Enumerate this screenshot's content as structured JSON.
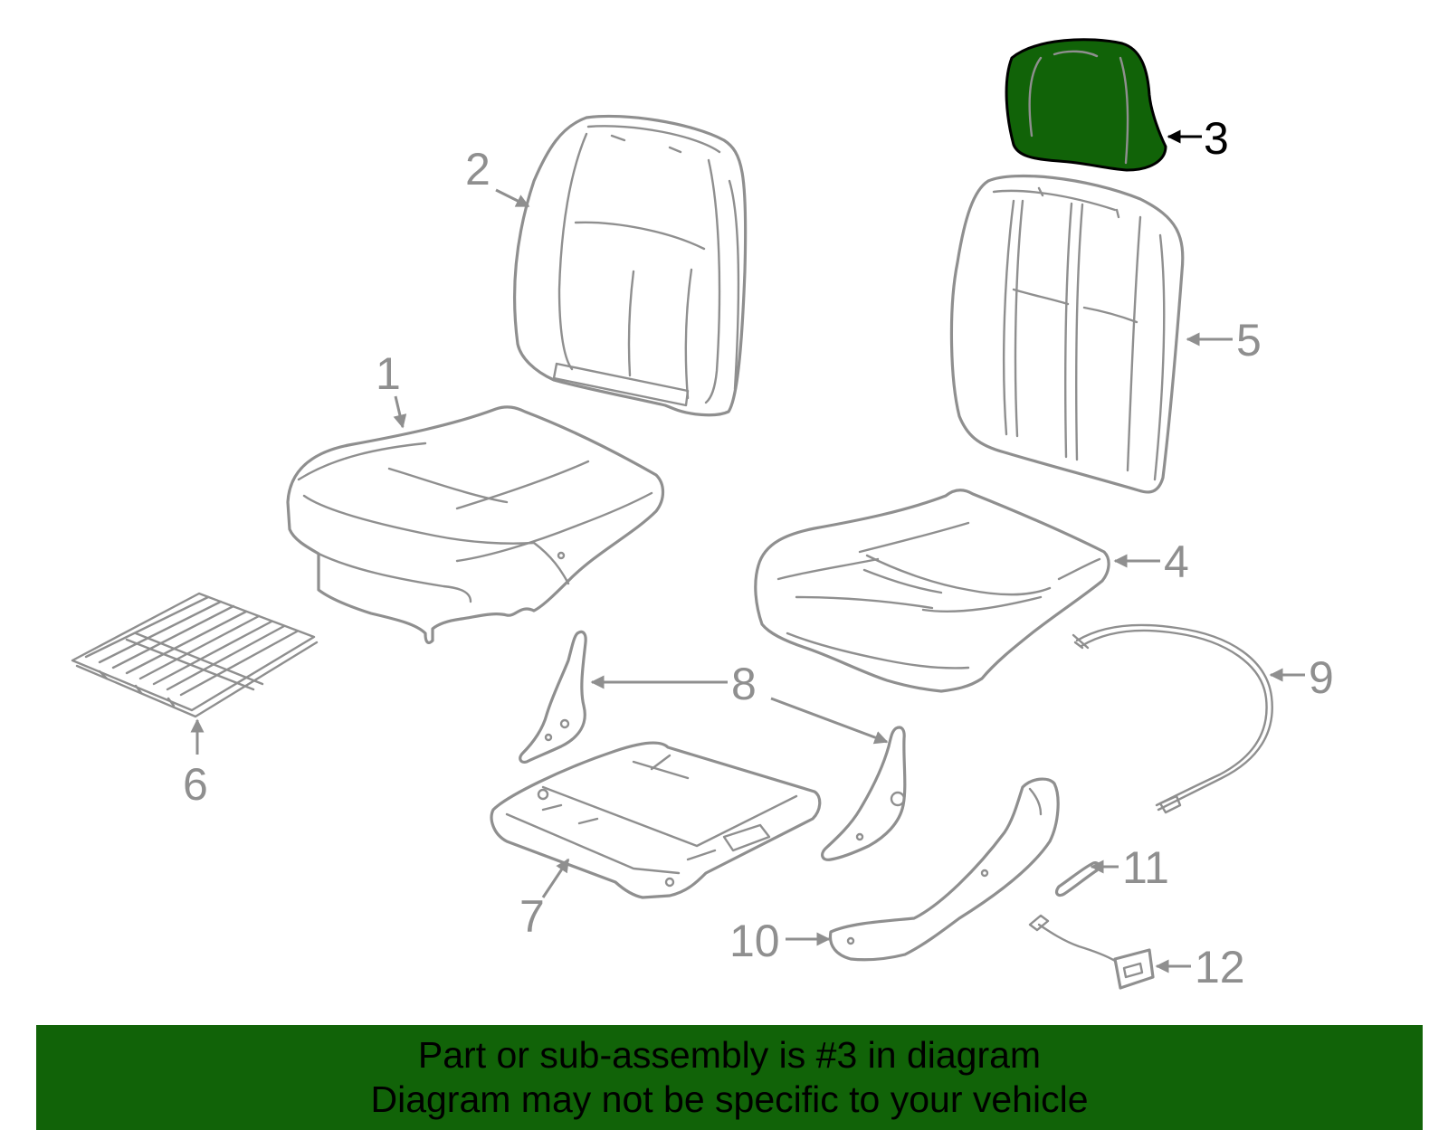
{
  "diagram": {
    "highlight_color": "#116308",
    "line_color": "#8f8f8f",
    "highlighted_part": "3",
    "callouts": [
      {
        "id": "1",
        "label": "1"
      },
      {
        "id": "2",
        "label": "2"
      },
      {
        "id": "3",
        "label": "3"
      },
      {
        "id": "4",
        "label": "4"
      },
      {
        "id": "5",
        "label": "5"
      },
      {
        "id": "6",
        "label": "6"
      },
      {
        "id": "7",
        "label": "7"
      },
      {
        "id": "8",
        "label": "8"
      },
      {
        "id": "9",
        "label": "9"
      },
      {
        "id": "10",
        "label": "10"
      },
      {
        "id": "11",
        "label": "11"
      },
      {
        "id": "12",
        "label": "12"
      }
    ]
  },
  "banner": {
    "background": "#116308",
    "line1": "Part or sub-assembly is #3 in diagram",
    "line2": "Diagram may not be specific to your vehicle"
  }
}
